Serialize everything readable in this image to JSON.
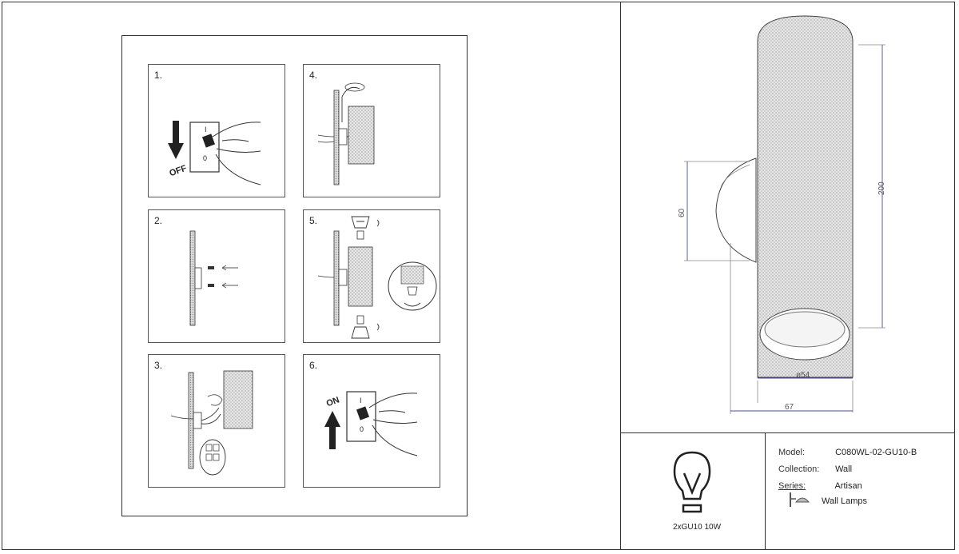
{
  "steps": [
    {
      "number": "1.",
      "word": "OFF",
      "switch_top": "I",
      "switch_bottom": "0"
    },
    {
      "number": "2."
    },
    {
      "number": "3."
    },
    {
      "number": "4."
    },
    {
      "number": "5."
    },
    {
      "number": "6.",
      "word": "ON",
      "switch_top": "I",
      "switch_bottom": "0"
    }
  ],
  "dimensions": {
    "height": "200",
    "arm": "60",
    "diameter": "ø54",
    "depth": "67"
  },
  "bulb": {
    "caption": "2xGU10 10W",
    "icon": "light-bulb-icon"
  },
  "info": {
    "model_label": "Model:",
    "model_value": "C080WL-02-GU10-B",
    "collection_label": "Collection:",
    "collection_value": "Wall",
    "series_label": "Series:",
    "series_value": "Artisan",
    "category_value": "Wall Lamps",
    "category_icon": "wall-lamp-icon"
  },
  "colors": {
    "line": "#333333",
    "fill": "#e0e0e0",
    "accent": "#4a4aa0"
  }
}
